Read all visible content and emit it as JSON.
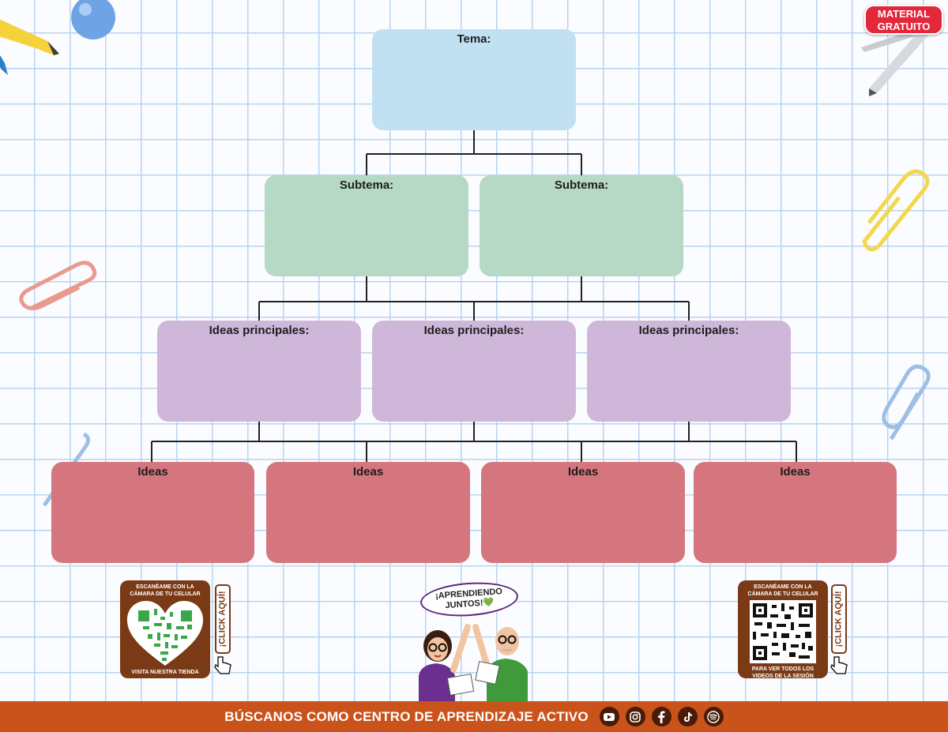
{
  "badge": {
    "line1": "MATERIAL",
    "line2": "GRATUITO"
  },
  "diagram": {
    "tema": "Tema:",
    "subtemas": [
      "Subtema:",
      "Subtema:"
    ],
    "ideas_principales": [
      "Ideas principales:",
      "Ideas principales:",
      "Ideas principales:"
    ],
    "ideas": [
      "Ideas",
      "Ideas",
      "Ideas",
      "Ideas"
    ]
  },
  "qr_left": {
    "top_text_1": "ESCANÉAME CON LA",
    "top_text_2": "CÁMARA DE TU CELULAR",
    "bottom_text": "VISITA NUESTRA TIENDA",
    "click_label": "¡CLICK AQUÍ!"
  },
  "qr_right": {
    "top_text_1": "ESCANÉAME CON LA",
    "top_text_2": "CÁMARA DE TU CELULAR",
    "bottom_text_1": "PARA VER TODOS LOS",
    "bottom_text_2": "VIDEOS DE LA SESIÓN",
    "click_label": "¡CLICK AQUÍ!"
  },
  "speech_bubble": {
    "line1": "¡APRENDIENDO",
    "line2": "JUNTOS!💚"
  },
  "footer": {
    "text": "BÚSCANOS COMO CENTRO DE APRENDIZAJE ACTIVO",
    "icons": [
      "youtube-icon",
      "instagram-icon",
      "facebook-icon",
      "tiktok-icon",
      "spotify-icon"
    ]
  },
  "colors": {
    "tema": "#c1e1f3",
    "subtema": "#b5d9c5",
    "ideas_principales": "#cfb7d9",
    "ideas": "#d5767e",
    "footer": "#c9531a",
    "badge": "#e2283a"
  }
}
